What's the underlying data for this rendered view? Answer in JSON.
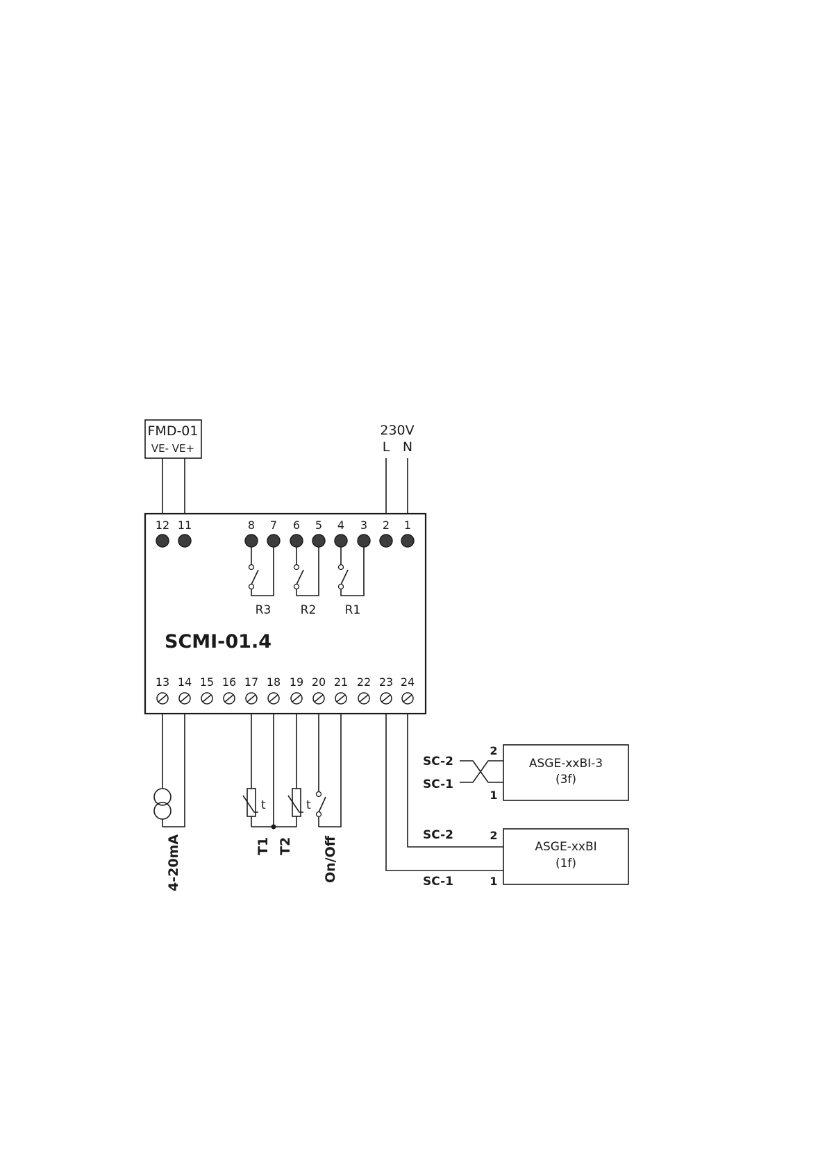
{
  "controller": {
    "model": "SCMI-01.4",
    "top_pins": [
      "12",
      "11",
      "8",
      "7",
      "6",
      "5",
      "4",
      "3",
      "2",
      "1"
    ],
    "bottom_pins": [
      "13",
      "14",
      "15",
      "16",
      "17",
      "18",
      "19",
      "20",
      "21",
      "22",
      "23",
      "24"
    ],
    "relays": [
      "R3",
      "R2",
      "R1"
    ]
  },
  "fmd": {
    "name": "FMD-01",
    "terminals": "VE- VE+"
  },
  "power": {
    "voltage": "230V",
    "line": "L",
    "neutral": "N"
  },
  "inputs": {
    "current": "4-20mA",
    "t1": "T1",
    "t2": "T2",
    "onoff": "On/Off",
    "thermistor_symbol": "t"
  },
  "motor_3f": {
    "name": "ASGE-xxBI-3",
    "phase": "(3f)",
    "wire_top": "SC-2",
    "wire_bottom": "SC-1",
    "pin_top": "2",
    "pin_bottom": "1"
  },
  "motor_1f": {
    "name": "ASGE-xxBI",
    "phase": "(1f)",
    "wire_top": "SC-2",
    "wire_bottom": "SC-1",
    "pin_top": "2",
    "pin_bottom": "1"
  }
}
